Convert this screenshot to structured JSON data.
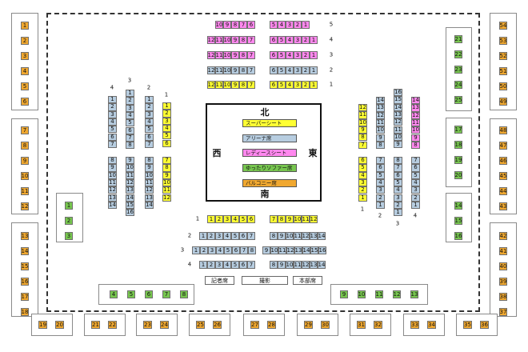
{
  "colors": {
    "super_seat": "#ffff33",
    "arena": "#b7cde0",
    "ladies": "#ff88ee",
    "relax": "#77c64f",
    "balcony": "#f0a830"
  },
  "ring": {
    "north": "北",
    "south": "南",
    "west": "西",
    "east": "東"
  },
  "legend": [
    {
      "label": "スーパーシート",
      "color": "#ffff33"
    },
    {
      "label": "アリーナ席",
      "color": "#b7cde0"
    },
    {
      "label": "レディースシート",
      "color": "#ff88ee"
    },
    {
      "label": "ゆったりソファー席",
      "color": "#77c64f"
    },
    {
      "label": "バルコニー席",
      "color": "#f0a830"
    }
  ],
  "press": {
    "reporters": "記者席",
    "camera": "撮影",
    "hq": "本部席"
  },
  "north_rows": [
    {
      "label": "5",
      "left": [
        "10",
        "9",
        "8",
        "7",
        "6"
      ],
      "right": [
        "5",
        "4",
        "3",
        "2",
        "1"
      ]
    },
    {
      "label": "4",
      "left": [
        "12",
        "11",
        "10",
        "9",
        "8",
        "7"
      ],
      "right": [
        "6",
        "5",
        "4",
        "3",
        "2",
        "1"
      ]
    },
    {
      "label": "3",
      "left": [
        "12",
        "11",
        "10",
        "9",
        "8",
        "7"
      ],
      "right": [
        "6",
        "5",
        "4",
        "3",
        "2",
        "1"
      ]
    },
    {
      "label": "2",
      "left": [
        "12",
        "11",
        "10",
        "9",
        "8",
        "7"
      ],
      "right": [
        "6",
        "5",
        "4",
        "3",
        "2",
        "1"
      ]
    },
    {
      "label": "1",
      "left": [
        "12",
        "11",
        "10",
        "9",
        "8",
        "7"
      ],
      "right": [
        "6",
        "5",
        "4",
        "3",
        "2",
        "1"
      ]
    }
  ],
  "south_rows": [
    {
      "label": "1",
      "left": [
        "1",
        "2",
        "3",
        "4",
        "5",
        "6"
      ],
      "right": [
        "7",
        "8",
        "9",
        "10",
        "11",
        "12"
      ]
    },
    {
      "label": "2",
      "left": [
        "1",
        "2",
        "3",
        "4",
        "5",
        "6",
        "7"
      ],
      "right": [
        "8",
        "9",
        "10",
        "11",
        "12",
        "13",
        "14"
      ]
    },
    {
      "label": "3",
      "left": [
        "1",
        "2",
        "3",
        "4",
        "5",
        "6",
        "7",
        "8"
      ],
      "right": [
        "9",
        "10",
        "11",
        "12",
        "13",
        "14",
        "15",
        "16"
      ]
    },
    {
      "label": "4",
      "left": [
        "1",
        "2",
        "3",
        "4",
        "5",
        "6",
        "7"
      ],
      "right": [
        "8",
        "9",
        "10",
        "11",
        "12",
        "13",
        "14"
      ]
    }
  ],
  "west_cols": [
    {
      "label": "4",
      "top": [
        "1",
        "2",
        "3",
        "4",
        "5",
        "6",
        "7"
      ],
      "bottom": [
        "8",
        "9",
        "10",
        "11",
        "12",
        "13",
        "14"
      ]
    },
    {
      "label": "3",
      "top": [
        "1",
        "2",
        "3",
        "4",
        "5",
        "6",
        "7",
        "8"
      ],
      "bottom": [
        "9",
        "10",
        "11",
        "12",
        "13",
        "14",
        "15",
        "16"
      ]
    },
    {
      "label": "2",
      "top": [
        "1",
        "2",
        "3",
        "4",
        "5",
        "6",
        "7"
      ],
      "bottom": [
        "8",
        "9",
        "10",
        "11",
        "12",
        "13",
        "14"
      ]
    },
    {
      "label": "1",
      "top": [
        "1",
        "2",
        "3",
        "4",
        "5",
        "6"
      ],
      "bottom": [
        "7",
        "8",
        "9",
        "10",
        "11",
        "12"
      ]
    }
  ],
  "east_cols": [
    {
      "label": "1",
      "top": [
        "12",
        "11",
        "10",
        "9",
        "8",
        "7"
      ],
      "bottom": [
        "6",
        "5",
        "4",
        "3",
        "2",
        "1"
      ]
    },
    {
      "label": "2",
      "top": [
        "14",
        "13",
        "12",
        "11",
        "10",
        "9",
        "8"
      ],
      "bottom": [
        "7",
        "6",
        "5",
        "4",
        "3",
        "2",
        "1"
      ]
    },
    {
      "label": "3",
      "top": [
        "16",
        "15",
        "14",
        "13",
        "12",
        "11",
        "10",
        "9"
      ],
      "bottom": [
        "8",
        "7",
        "6",
        "5",
        "4",
        "3",
        "2",
        "1"
      ]
    },
    {
      "label": "4",
      "top": [
        "14",
        "13",
        "12",
        "11",
        "10",
        "9",
        "8"
      ],
      "bottom": [
        "7",
        "6",
        "5",
        "4",
        "3",
        "2",
        "1"
      ]
    }
  ],
  "relax": {
    "west": [
      "1",
      "2",
      "3"
    ],
    "bottom_left": [
      "4",
      "5",
      "6",
      "7",
      "8"
    ],
    "bottom_right": [
      "9",
      "10",
      "11",
      "12",
      "13"
    ],
    "east_lower": [
      "14",
      "15",
      "16"
    ],
    "east_mid": [
      "17",
      "18",
      "19",
      "20"
    ],
    "east_top": [
      "21",
      "22",
      "23",
      "24",
      "25"
    ]
  },
  "balcony": {
    "left_top": [
      "1",
      "2",
      "3",
      "4",
      "5",
      "6"
    ],
    "left_mid": [
      "7",
      "8",
      "9",
      "10",
      "11",
      "12"
    ],
    "left_low": [
      "13",
      "14",
      "15",
      "16",
      "17",
      "18"
    ],
    "bottom_pairs": [
      [
        "19",
        "20"
      ],
      [
        "21",
        "22"
      ],
      [
        "23",
        "24"
      ],
      [
        "25",
        "26"
      ],
      [
        "27",
        "28"
      ],
      [
        "29",
        "30"
      ],
      [
        "31",
        "32"
      ],
      [
        "33",
        "34"
      ],
      [
        "35",
        "36"
      ]
    ],
    "right_low": [
      "42",
      "41",
      "40",
      "39",
      "38",
      "37"
    ],
    "right_mid": [
      "48",
      "47",
      "46",
      "45",
      "44",
      "43"
    ],
    "right_top": [
      "54",
      "53",
      "52",
      "51",
      "50",
      "49"
    ]
  }
}
